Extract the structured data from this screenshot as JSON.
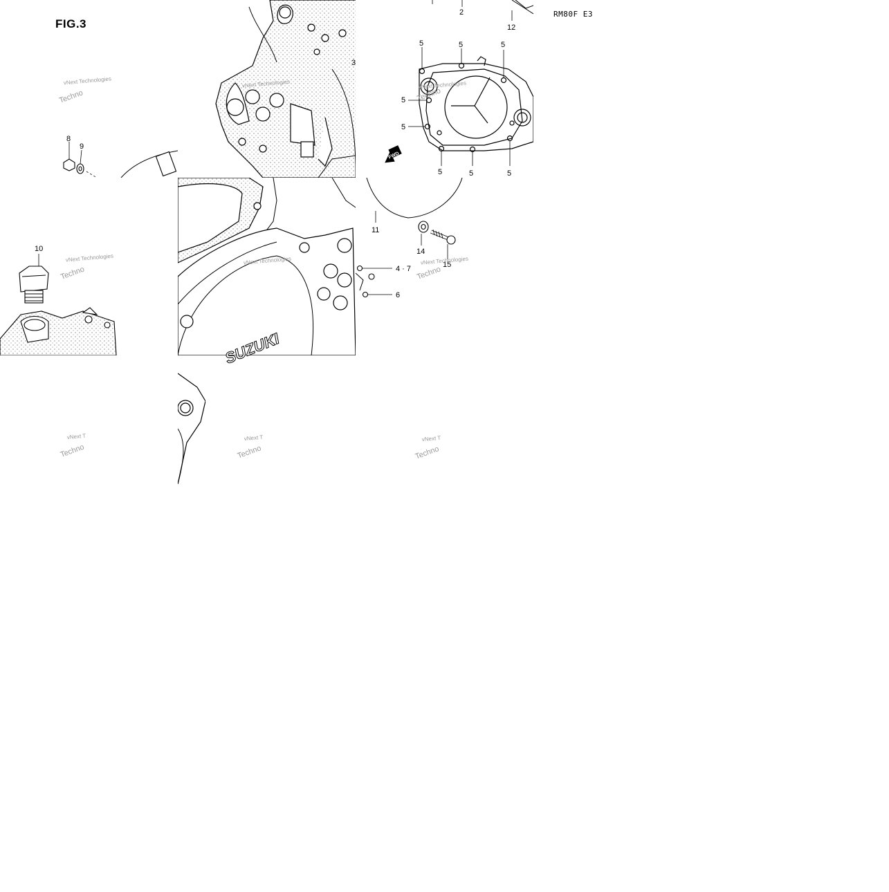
{
  "figure": {
    "title": "FIG.3",
    "model_code": "RM80F E3"
  },
  "callouts": [
    {
      "id": "c2",
      "label": "2"
    },
    {
      "id": "c12",
      "label": "12"
    },
    {
      "id": "c3",
      "label": "3"
    },
    {
      "id": "c5a",
      "label": "5"
    },
    {
      "id": "c5b",
      "label": "5"
    },
    {
      "id": "c5c",
      "label": "5"
    },
    {
      "id": "c5d",
      "label": "5"
    },
    {
      "id": "c5e",
      "label": "5"
    },
    {
      "id": "c5f",
      "label": "5"
    },
    {
      "id": "c5g",
      "label": "5"
    },
    {
      "id": "c5h",
      "label": "5"
    },
    {
      "id": "c8",
      "label": "8"
    },
    {
      "id": "c9",
      "label": "9"
    },
    {
      "id": "c10",
      "label": "10"
    },
    {
      "id": "c11",
      "label": "11"
    },
    {
      "id": "c14",
      "label": "14"
    },
    {
      "id": "c15",
      "label": "15"
    },
    {
      "id": "c47",
      "label": "4 · 7"
    },
    {
      "id": "c6",
      "label": "6"
    }
  ],
  "arrow_label": "FWD",
  "brand_mark": "SUZUKI",
  "watermark": {
    "line1": "vNext Technologies",
    "line2": "Techno",
    "partial": "vNext T"
  },
  "colors": {
    "ink": "#000000",
    "watermark": "#9a9a9a",
    "stipple": "#555555"
  }
}
